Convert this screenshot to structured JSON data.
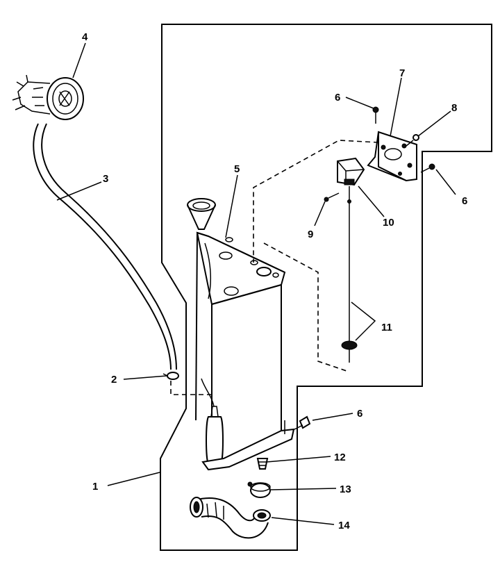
{
  "callouts": {
    "c1": "1",
    "c2": "2",
    "c3": "3",
    "c4": "4",
    "c5": "5",
    "c6a": "6",
    "c6b": "6",
    "c6c": "6",
    "c7": "7",
    "c8": "8",
    "c9": "9",
    "c10": "10",
    "c11": "11",
    "c12": "12",
    "c13": "13",
    "c14": "14"
  },
  "parts": [
    {
      "number": "1",
      "icon": "housing-outline"
    },
    {
      "number": "2",
      "icon": "hose-clamp-icon"
    },
    {
      "number": "3",
      "icon": "hose-icon"
    },
    {
      "number": "4",
      "icon": "pressure-switch-icon"
    },
    {
      "number": "5",
      "icon": "reservoir-tank-icon"
    },
    {
      "number": "6",
      "icon": "screw-icon"
    },
    {
      "number": "7",
      "icon": "bracket-icon"
    },
    {
      "number": "8",
      "icon": "screw-icon"
    },
    {
      "number": "9",
      "icon": "screw-icon"
    },
    {
      "number": "10",
      "icon": "switch-mount-icon"
    },
    {
      "number": "11",
      "icon": "float-rod-icon"
    },
    {
      "number": "12",
      "icon": "grommet-icon"
    },
    {
      "number": "13",
      "icon": "clamp-icon"
    },
    {
      "number": "14",
      "icon": "drain-hose-icon"
    }
  ]
}
